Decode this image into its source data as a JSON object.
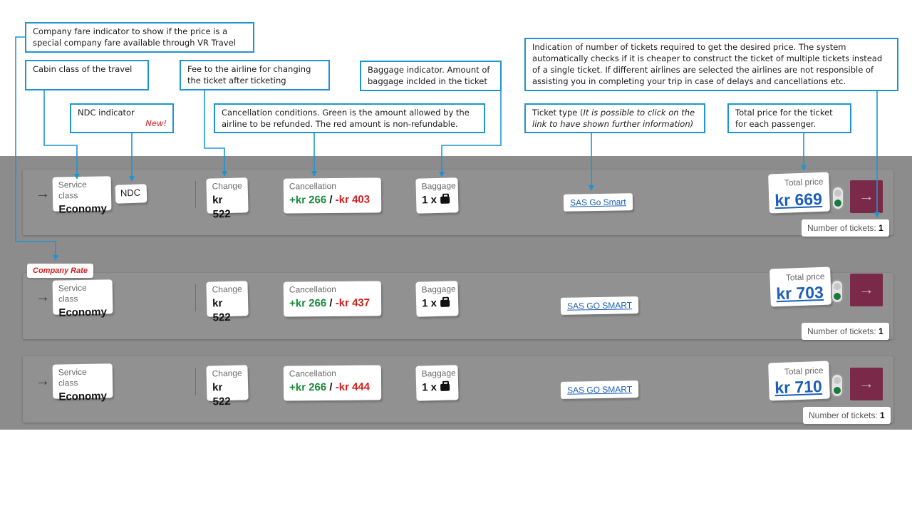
{
  "annotations": {
    "company_fare": "Company fare indicator to show if the price is a special company fare available through VR Travel",
    "cabin_class": "Cabin class of the travel",
    "ndc": "NDC indicator",
    "ndc_new": "New!",
    "change_fee": "Fee to the airline for changing the ticket after ticketing",
    "cancellation": "Cancellation conditions. Green is the amount allowed by the airline to be refunded. The red amount is non-refundable.",
    "baggage": "Baggage indicator. Amount of baggage inclded in the ticket",
    "ticket_type_prefix": "Ticket type (",
    "ticket_type_italic": "It is possible to click on the link to have shown further information)",
    "num_tickets": "Indication of number of tickets required to get the desired price. The system automatically checks if it is cheaper to construct the ticket of multiple tickets instead of a single ticket. If different airlines are selected the airlines are not responsible of assisting you in completing your trip in case of delays and cancellations etc.",
    "total_price": "Total price for the ticket for each passenger."
  },
  "labels": {
    "service_class": "Service class",
    "change": "Change",
    "cancellation": "Cancellation",
    "baggage": "Baggage",
    "total_price": "Total price",
    "number_of_tickets": "Number of tickets:",
    "ndc_badge": "NDC",
    "company_rate": "Company Rate",
    "slash": "/",
    "arrow": "→"
  },
  "flights": [
    {
      "service_class": "Economy",
      "change": "kr 522",
      "refund": "+kr 266",
      "nonrefund": "-kr 403",
      "baggage": "1 x",
      "ticket_type": "SAS Go Smart",
      "price": "kr 669",
      "tickets": "1",
      "ndc": true,
      "company_rate": false
    },
    {
      "service_class": "Economy",
      "change": "kr 522",
      "refund": "+kr 266",
      "nonrefund": "-kr 437",
      "baggage": "1 x",
      "ticket_type": "SAS GO SMART",
      "price": "kr 703",
      "tickets": "1",
      "ndc": false,
      "company_rate": true
    },
    {
      "service_class": "Economy",
      "change": "kr 522",
      "refund": "+kr 266",
      "nonrefund": "-kr 444",
      "baggage": "1 x",
      "ticket_type": "SAS GO SMART",
      "price": "kr 710",
      "tickets": "1",
      "ndc": false,
      "company_rate": false
    }
  ],
  "colors": {
    "callout_border": "#1f95cf",
    "refund_green": "#1a8a3c",
    "nonrefund_red": "#d21d1d",
    "price_blue": "#1c5fb8",
    "button_maroon": "#7a2a48",
    "overlay_grey": "#8c8c8c"
  },
  "icons": [
    "arrow-right-icon",
    "suitcase-icon",
    "traffic-light-icon"
  ]
}
